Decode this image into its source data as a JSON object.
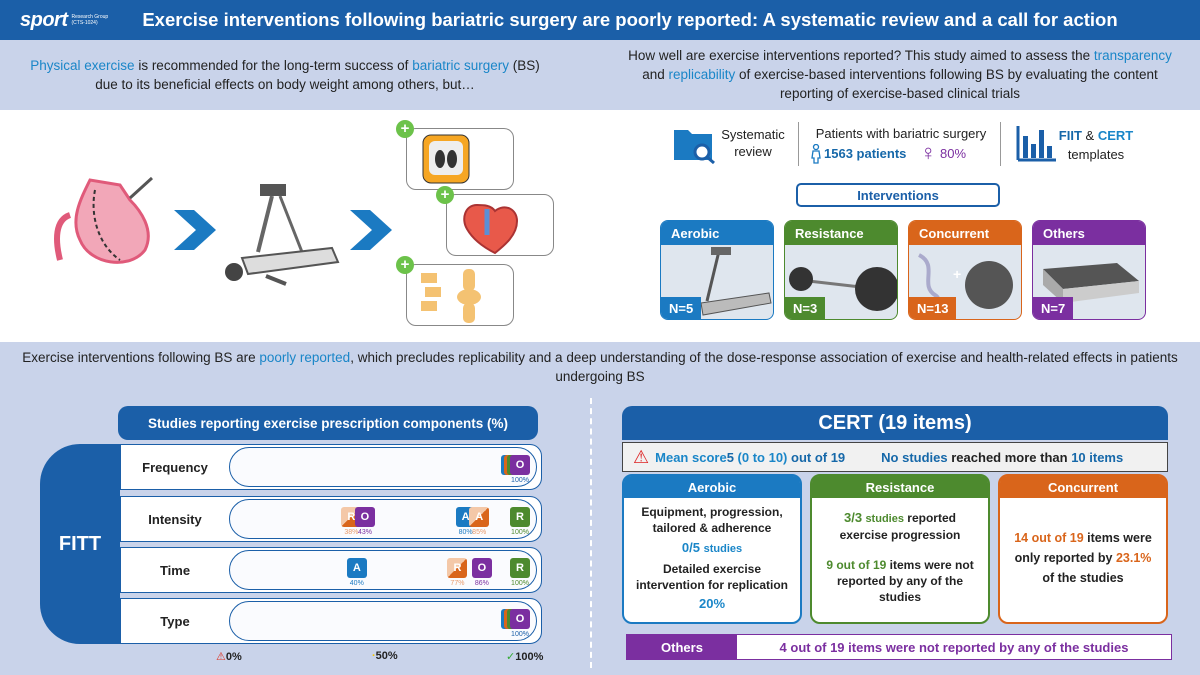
{
  "header": {
    "logo_text": "sport",
    "logo_sub": "Research Group (CTS-1024)",
    "title": "Exercise interventions following bariatric surgery are poorly reported: A systematic review and a call for action"
  },
  "intro_left": {
    "part1": "Physical exercise",
    "part2": " is recommended for the long-term success of ",
    "part3": "bariatric surgery",
    "part4": " (BS) due to its beneficial effects on body weight among others, but…"
  },
  "intro_right": {
    "part1": "How well are exercise interventions reported? This study aimed to assess the ",
    "part2": "transparency",
    "part3": " and ",
    "part4": "replicability",
    "part5": " of exercise-based interventions following BS by evaluating the content reporting of exercise-based clinical trials"
  },
  "study": {
    "design_line1": "Systematic",
    "design_line2": "review",
    "population": "Patients with bariatric surgery",
    "patients_n": "1563",
    "patients_word": "patients",
    "female_pct": "80%",
    "templates_a": "FIIT",
    "templates_and": " & ",
    "templates_b": "CERT",
    "templates_word": "templates"
  },
  "interventions": {
    "label": "Interventions",
    "cards": [
      {
        "name": "Aerobic",
        "n": "N=5",
        "color": "#1b7ac2"
      },
      {
        "name": "Resistance",
        "n": "N=3",
        "color": "#4d8a2e"
      },
      {
        "name": "Concurrent",
        "n": "N=13",
        "color": "#d9651b"
      },
      {
        "name": "Others",
        "n": "N=7",
        "color": "#7b2fa0"
      }
    ]
  },
  "summary": {
    "part1": "Exercise interventions following BS are ",
    "part2": "poorly reported",
    "part3": ", which precludes replicability and a deep understanding of the dose-response association of exercise and health-related effects in patients undergoing BS"
  },
  "fitt": {
    "title": "Studies reporting exercise prescription components (%)",
    "side_label": "FITT",
    "rows": [
      {
        "label": "Frequency",
        "marks": [
          {
            "kind": "stack",
            "letter": "O",
            "pct": "100%",
            "value": 100
          }
        ]
      },
      {
        "label": "Intensity",
        "marks": [
          {
            "kind": "tri",
            "letter": "R",
            "pct": "38%",
            "value": 38,
            "color": "#d9651b"
          },
          {
            "kind": "chip",
            "letter": "O",
            "pct": "43%",
            "value": 43,
            "color": "#7b2fa0"
          },
          {
            "kind": "chip",
            "letter": "A",
            "pct": "80%",
            "value": 80,
            "color": "#1b7ac2"
          },
          {
            "kind": "tri",
            "letter": "A",
            "pct": "85%",
            "value": 85,
            "color": "#d9651b"
          },
          {
            "kind": "chip",
            "letter": "R",
            "pct": "100%",
            "value": 100,
            "color": "#4d8a2e"
          }
        ]
      },
      {
        "label": "Time",
        "marks": [
          {
            "kind": "chip",
            "letter": "A",
            "pct": "40%",
            "value": 40,
            "color": "#1b7ac2"
          },
          {
            "kind": "tri",
            "letter": "R",
            "pct": "77%",
            "value": 77,
            "color": "#d9651b"
          },
          {
            "kind": "chip",
            "letter": "O",
            "pct": "86%",
            "value": 86,
            "color": "#7b2fa0"
          },
          {
            "kind": "chip",
            "letter": "R",
            "pct": "100%",
            "value": 100,
            "color": "#4d8a2e"
          }
        ]
      },
      {
        "label": "Type",
        "marks": [
          {
            "kind": "stack",
            "letter": "O",
            "pct": "100%",
            "value": 100
          }
        ]
      }
    ],
    "legend": [
      "0%",
      "50%",
      "100%"
    ]
  },
  "cert": {
    "title": "CERT (19 items)",
    "mean_prefix": "Mean score ",
    "mean_value": "5",
    "mean_range": " (0 to 10) ",
    "mean_suffix": "out of 19",
    "none_prefix": "No studies",
    "none_mid": " reached more than ",
    "none_value": "10 items",
    "aerobic": {
      "header": "Aerobic",
      "line1": "Equipment, progression, tailored & adherence",
      "studies_n": "0/5",
      "studies_word": "studies",
      "line2": "Detailed exercise intervention for replication",
      "pct": "20%"
    },
    "resistance": {
      "header": "Resistance",
      "studies_n": "3/3",
      "studies_word": "studies",
      "line1": " reported exercise progression",
      "items_n": "9 out of 19",
      "line2": " items were not reported by any of the studies"
    },
    "concurrent": {
      "header": "Concurrent",
      "items_n": "14 out of 19",
      "line1": " items were only reported by ",
      "pct": "23.1%",
      "line2": " of the studies"
    },
    "others": {
      "tag": "Others",
      "items_n": "4 out of 19",
      "text": " items were not reported by any of the studies"
    }
  },
  "colors": {
    "primary": "#1b5fa8",
    "aerobic": "#1b7ac2",
    "resistance": "#4d8a2e",
    "concurrent": "#d9651b",
    "others": "#7b2fa0"
  }
}
